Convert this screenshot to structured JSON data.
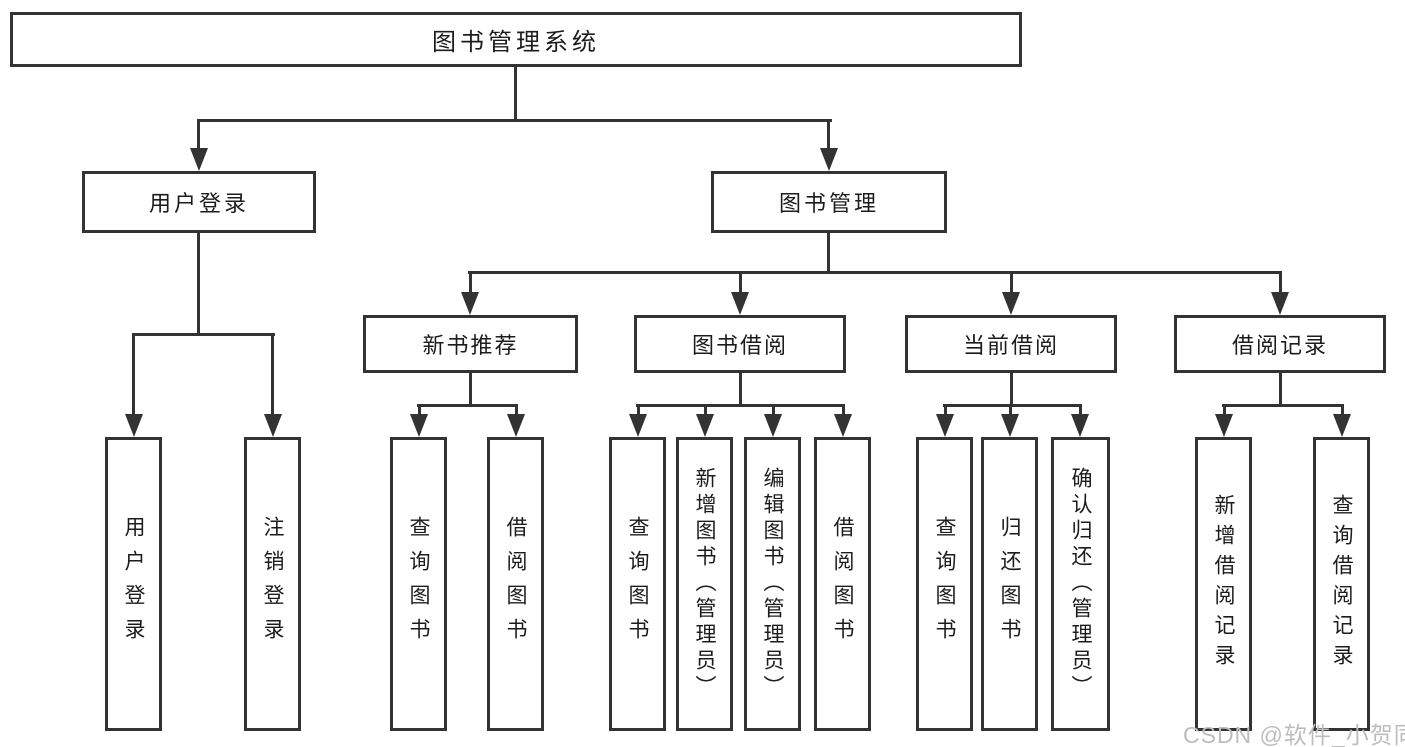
{
  "diagram": {
    "root": {
      "label": "图书管理系统"
    },
    "user_login": {
      "label": "用户登录",
      "children": [
        {
          "label": "用户登录"
        },
        {
          "label": "注销登录"
        }
      ]
    },
    "book_mgmt": {
      "label": "图书管理",
      "children": [
        {
          "label": "新书推荐",
          "children": [
            {
              "label": "查询图书"
            },
            {
              "label": "借阅图书"
            }
          ]
        },
        {
          "label": "图书借阅",
          "children": [
            {
              "label": "查询图书"
            },
            {
              "label": "新增图书（管理员）"
            },
            {
              "label": "编辑图书（管理员）"
            },
            {
              "label": "借阅图书"
            }
          ]
        },
        {
          "label": "当前借阅",
          "children": [
            {
              "label": "查询图书"
            },
            {
              "label": "归还图书"
            },
            {
              "label": "确认归还（管理员）"
            }
          ]
        },
        {
          "label": "借阅记录",
          "children": [
            {
              "label": "新增借阅记录"
            },
            {
              "label": "查询借阅记录"
            }
          ]
        }
      ]
    },
    "watermark": "CSDN @软件_小贺同学",
    "colors": {
      "line": "#333333",
      "text": "#1c1c1c",
      "watermark": "#bdbdbd",
      "background": "#ffffff"
    }
  }
}
